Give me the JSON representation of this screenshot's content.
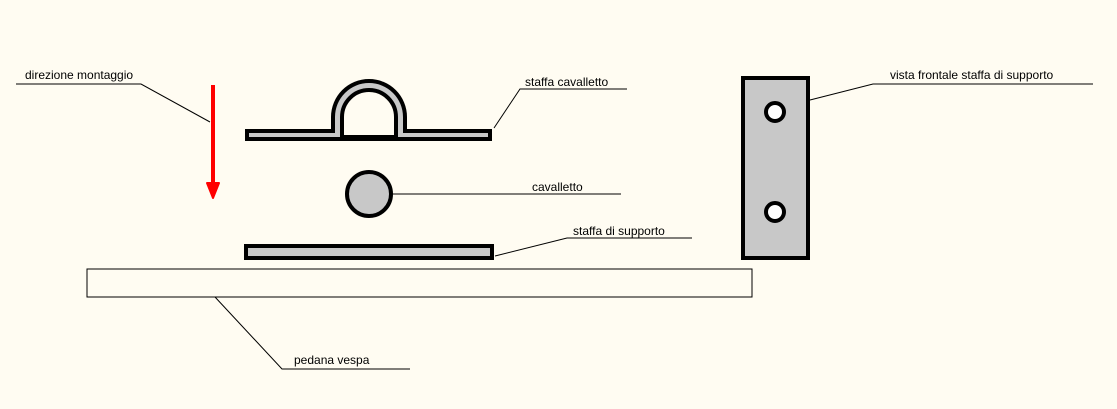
{
  "labels": {
    "assembly_direction": "direzione montaggio",
    "stand_bracket": "staffa cavalletto",
    "stand": "cavalletto",
    "support_bracket": "staffa di supporto",
    "support_bracket_front_view": "vista frontale staffa di supporto",
    "footboard": "pedana vespa"
  },
  "colors": {
    "background": "#fffcf2",
    "arrow": "#ff0000",
    "part_fill": "#c8c8c8",
    "outline": "#000000"
  }
}
